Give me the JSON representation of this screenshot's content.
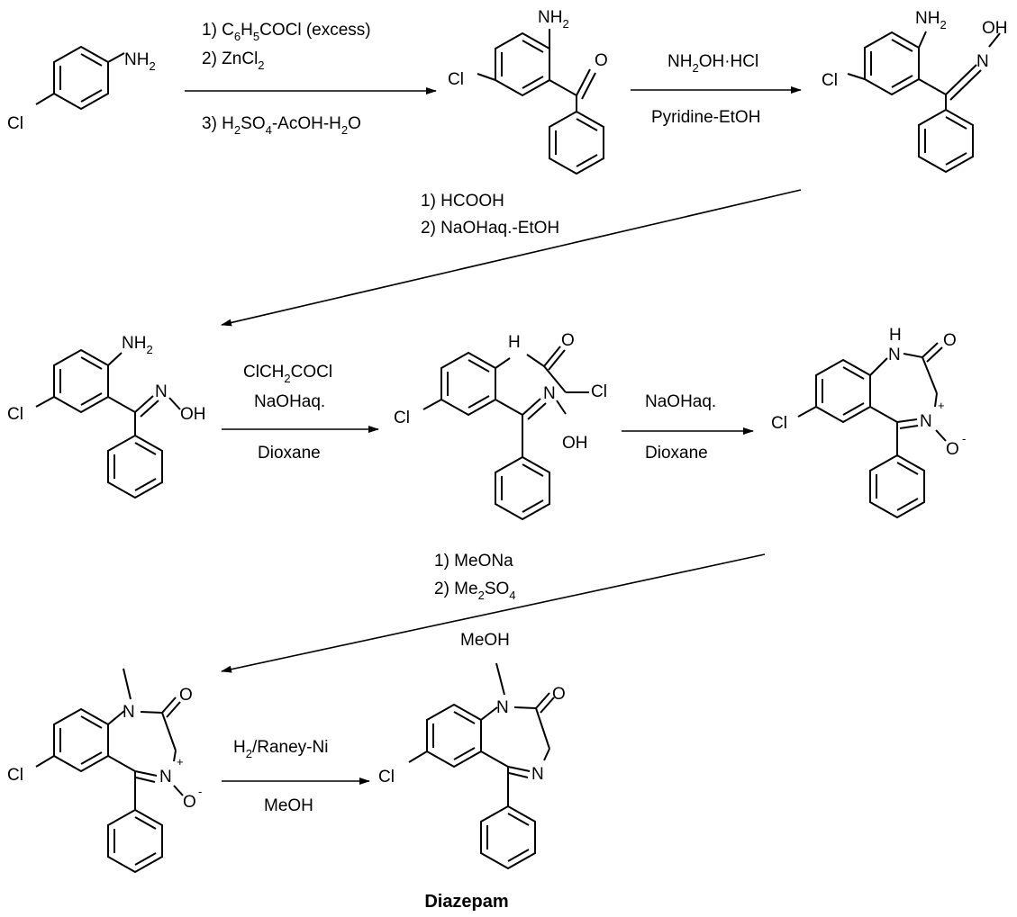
{
  "atoms": {
    "cl": "Cl",
    "nh": "NH",
    "h": "H",
    "n": "N",
    "o": "O",
    "oh": "OH",
    "two": "2",
    "plus": "+",
    "minus": "-"
  },
  "reagents": {
    "step1_line1_pre": "1) C",
    "step1_line1_s1": "6",
    "step1_line1_mid": "H",
    "step1_line1_s2": "5",
    "step1_line1_post": "COCl (excess)",
    "step1_line2_pre": "2) ZnCl",
    "step1_line2_s": "2",
    "step1_line3_pre": "3) H",
    "step1_line3_s1": "2",
    "step1_line3_mid1": "SO",
    "step1_line3_s2": "4",
    "step1_line3_mid2": "-AcOH-H",
    "step1_line3_s3": "2",
    "step1_line3_post": "O",
    "step2_top_pre": "NH",
    "step2_top_s": "2",
    "step2_top_post": "OH·HCl",
    "step2_bottom": "Pyridine-EtOH",
    "step3_line1": "1) HCOOH",
    "step3_line2": "2) NaOHaq.-EtOH",
    "step4_line1_pre": "ClCH",
    "step4_line1_s": "2",
    "step4_line1_post": "COCl",
    "step4_line2": "NaOHaq.",
    "step4_bottom": "Dioxane",
    "step5_top": "NaOHaq.",
    "step5_bottom": "Dioxane",
    "step6_line1": "1) MeONa",
    "step6_line2_pre": "2) Me",
    "step6_line2_s1": "2",
    "step6_line2_mid": "SO",
    "step6_line2_s2": "4",
    "step6_bottom": "MeOH",
    "step7_top_pre": "H",
    "step7_top_s": "2",
    "step7_top_post": "/Raney-Ni",
    "step7_bottom": "MeOH"
  },
  "product_name": "Diazepam"
}
